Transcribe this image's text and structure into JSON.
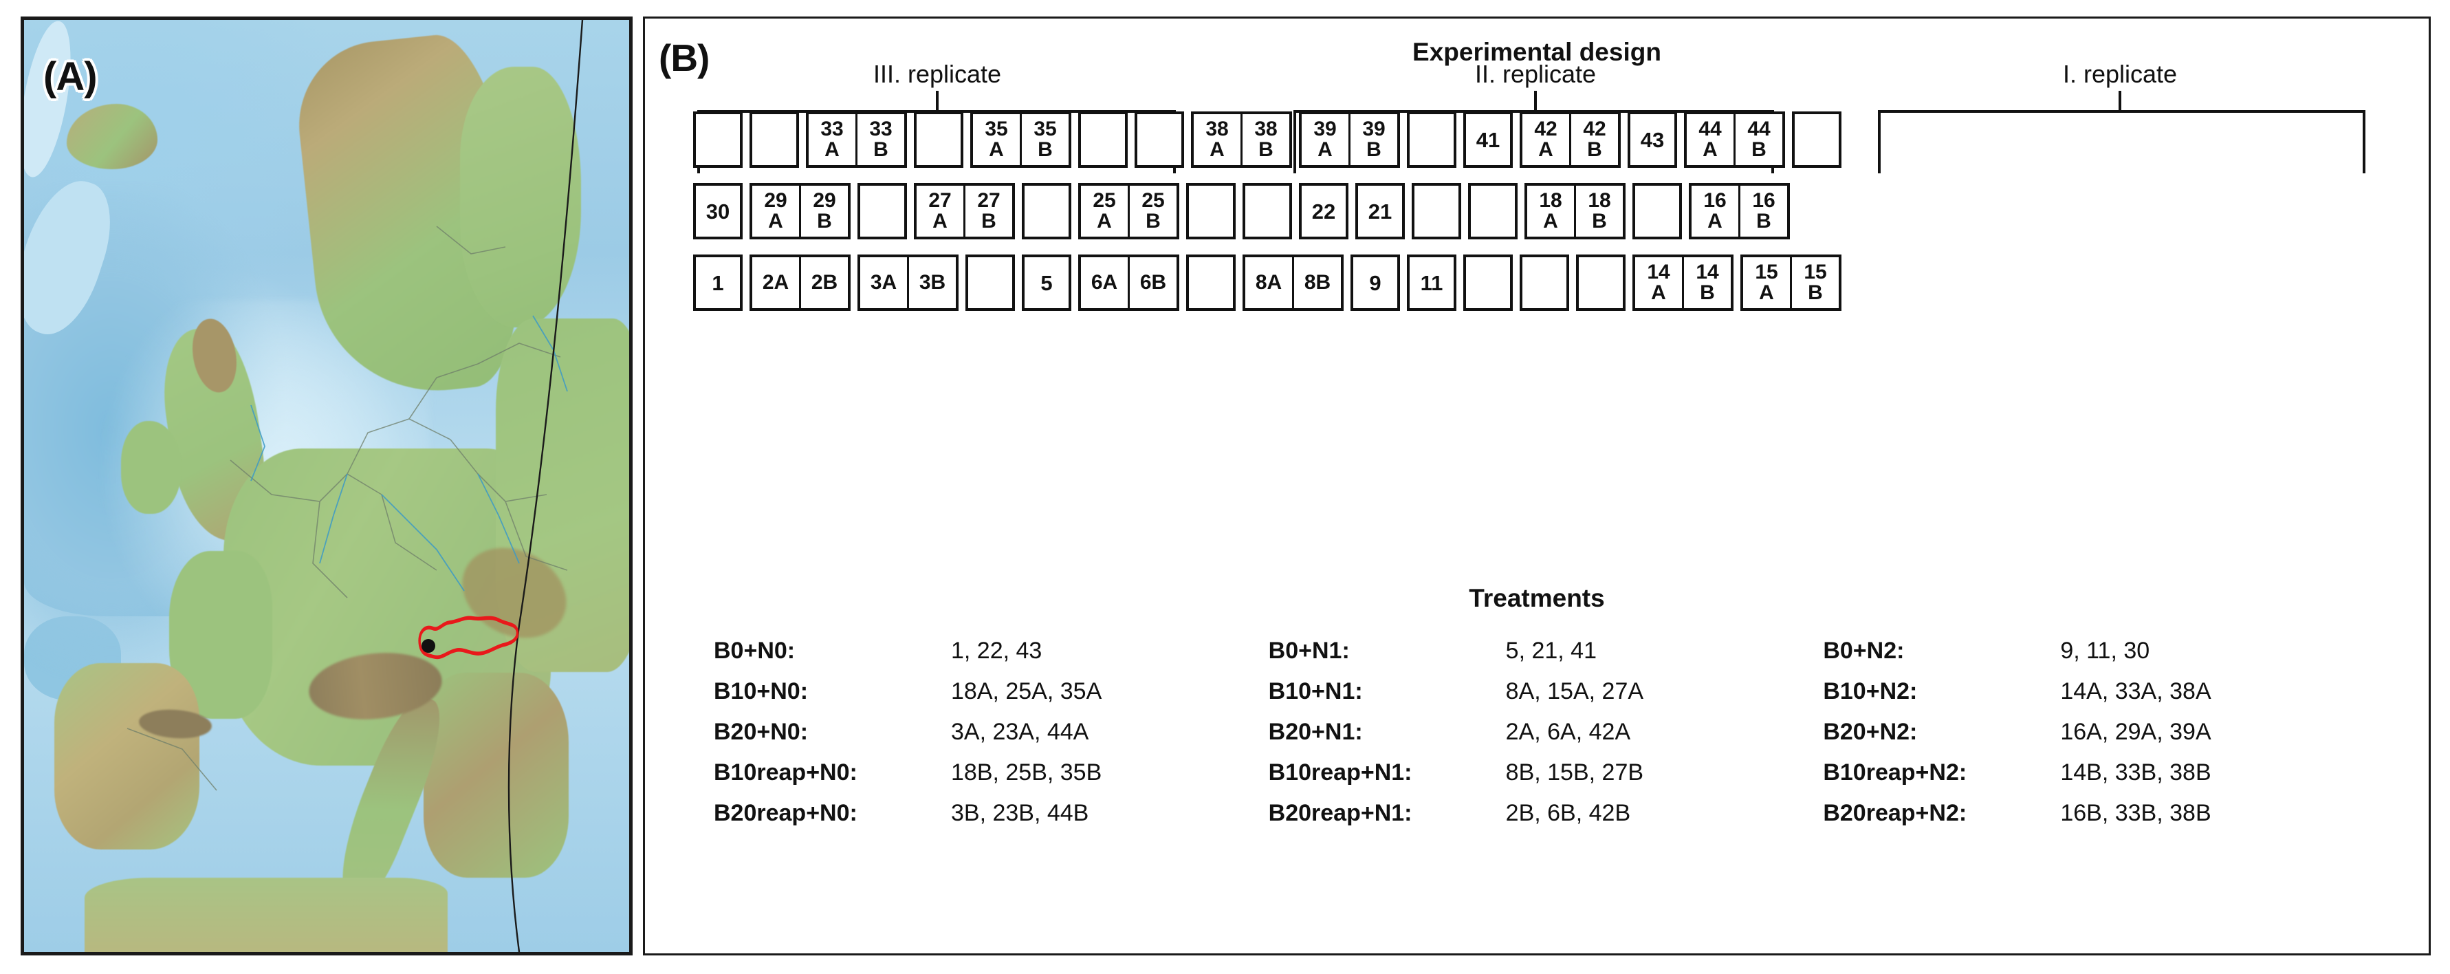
{
  "panels": {
    "a": {
      "letter": "(A)"
    },
    "b": {
      "letter": "(B)"
    }
  },
  "map": {
    "highlighted_country": "Slovakia",
    "highlight_color": "#e8191b",
    "site_marker_color": "#111111",
    "region": "Europe",
    "colors": {
      "sea": "#9ccbe6",
      "shelf": "#cfe9f6",
      "lowland": "#9cc37e",
      "upland": "#c0b27c",
      "mountain": "#8d7e5b"
    }
  },
  "design": {
    "title": "Experimental design",
    "replicates": [
      {
        "label": "III. replicate"
      },
      {
        "label": "II. replicate"
      },
      {
        "label": "I. replicate"
      }
    ],
    "rows": [
      {
        "cells": [
          {
            "span": 1,
            "sub": [
              {
                "num": "",
                "sfx": ""
              }
            ]
          },
          {
            "span": 1,
            "sub": [
              {
                "num": "",
                "sfx": ""
              }
            ]
          },
          {
            "span": 2,
            "sub": [
              {
                "num": "33",
                "sfx": "A"
              },
              {
                "num": "33",
                "sfx": "B"
              }
            ]
          },
          {
            "span": 1,
            "sub": [
              {
                "num": "",
                "sfx": ""
              }
            ]
          },
          {
            "span": 2,
            "sub": [
              {
                "num": "35",
                "sfx": "A"
              },
              {
                "num": "35",
                "sfx": "B"
              }
            ]
          },
          {
            "span": 1,
            "sub": [
              {
                "num": "",
                "sfx": ""
              }
            ]
          },
          {
            "span": 1,
            "sub": [
              {
                "num": "",
                "sfx": ""
              }
            ]
          },
          {
            "span": 2,
            "sub": [
              {
                "num": "38",
                "sfx": "A"
              },
              {
                "num": "38",
                "sfx": "B"
              }
            ]
          },
          {
            "span": 2,
            "sub": [
              {
                "num": "39",
                "sfx": "A"
              },
              {
                "num": "39",
                "sfx": "B"
              }
            ]
          },
          {
            "span": 1,
            "sub": [
              {
                "num": "",
                "sfx": ""
              }
            ]
          },
          {
            "span": 1,
            "sub": [
              {
                "num": "41",
                "sfx": ""
              }
            ]
          },
          {
            "span": 2,
            "sub": [
              {
                "num": "42",
                "sfx": "A"
              },
              {
                "num": "42",
                "sfx": "B"
              }
            ]
          },
          {
            "span": 1,
            "sub": [
              {
                "num": "43",
                "sfx": ""
              }
            ]
          },
          {
            "span": 2,
            "sub": [
              {
                "num": "44",
                "sfx": "A"
              },
              {
                "num": "44",
                "sfx": "B"
              }
            ]
          },
          {
            "span": 1,
            "sub": [
              {
                "num": "",
                "sfx": ""
              }
            ]
          }
        ]
      },
      {
        "cells": [
          {
            "span": 1,
            "sub": [
              {
                "num": "30",
                "sfx": ""
              }
            ]
          },
          {
            "span": 2,
            "sub": [
              {
                "num": "29",
                "sfx": "A"
              },
              {
                "num": "29",
                "sfx": "B"
              }
            ]
          },
          {
            "span": 1,
            "sub": [
              {
                "num": "",
                "sfx": ""
              }
            ]
          },
          {
            "span": 2,
            "sub": [
              {
                "num": "27",
                "sfx": "A"
              },
              {
                "num": "27",
                "sfx": "B"
              }
            ]
          },
          {
            "span": 1,
            "sub": [
              {
                "num": "",
                "sfx": ""
              }
            ]
          },
          {
            "span": 2,
            "sub": [
              {
                "num": "25",
                "sfx": "A"
              },
              {
                "num": "25",
                "sfx": "B"
              }
            ]
          },
          {
            "span": 1,
            "sub": [
              {
                "num": "",
                "sfx": ""
              }
            ]
          },
          {
            "span": 1,
            "sub": [
              {
                "num": "",
                "sfx": ""
              }
            ]
          },
          {
            "span": 1,
            "sub": [
              {
                "num": "22",
                "sfx": ""
              }
            ]
          },
          {
            "span": 1,
            "sub": [
              {
                "num": "21",
                "sfx": ""
              }
            ]
          },
          {
            "span": 1,
            "sub": [
              {
                "num": "",
                "sfx": ""
              }
            ]
          },
          {
            "span": 1,
            "sub": [
              {
                "num": "",
                "sfx": ""
              }
            ]
          },
          {
            "span": 2,
            "sub": [
              {
                "num": "18",
                "sfx": "A"
              },
              {
                "num": "18",
                "sfx": "B"
              }
            ]
          },
          {
            "span": 1,
            "sub": [
              {
                "num": "",
                "sfx": ""
              }
            ]
          },
          {
            "span": 2,
            "sub": [
              {
                "num": "16",
                "sfx": "A"
              },
              {
                "num": "16",
                "sfx": "B"
              }
            ]
          }
        ]
      },
      {
        "cells": [
          {
            "span": 1,
            "sub": [
              {
                "num": "1",
                "sfx": ""
              }
            ]
          },
          {
            "span": 2,
            "sub": [
              {
                "num": "2A",
                "sfx": ""
              },
              {
                "num": "2B",
                "sfx": ""
              }
            ]
          },
          {
            "span": 2,
            "sub": [
              {
                "num": "3A",
                "sfx": ""
              },
              {
                "num": "3B",
                "sfx": ""
              }
            ]
          },
          {
            "span": 1,
            "sub": [
              {
                "num": "",
                "sfx": ""
              }
            ]
          },
          {
            "span": 1,
            "sub": [
              {
                "num": "5",
                "sfx": ""
              }
            ]
          },
          {
            "span": 2,
            "sub": [
              {
                "num": "6A",
                "sfx": ""
              },
              {
                "num": "6B",
                "sfx": ""
              }
            ]
          },
          {
            "span": 1,
            "sub": [
              {
                "num": "",
                "sfx": ""
              }
            ]
          },
          {
            "span": 2,
            "sub": [
              {
                "num": "8A",
                "sfx": ""
              },
              {
                "num": "8B",
                "sfx": ""
              }
            ]
          },
          {
            "span": 1,
            "sub": [
              {
                "num": "9",
                "sfx": ""
              }
            ]
          },
          {
            "span": 1,
            "sub": [
              {
                "num": "11",
                "sfx": ""
              }
            ]
          },
          {
            "span": 1,
            "sub": [
              {
                "num": "",
                "sfx": ""
              }
            ]
          },
          {
            "span": 1,
            "sub": [
              {
                "num": "",
                "sfx": ""
              }
            ]
          },
          {
            "span": 1,
            "sub": [
              {
                "num": "",
                "sfx": ""
              }
            ]
          },
          {
            "span": 2,
            "sub": [
              {
                "num": "14",
                "sfx": "A"
              },
              {
                "num": "14",
                "sfx": "B"
              }
            ]
          },
          {
            "span": 2,
            "sub": [
              {
                "num": "15",
                "sfx": "A"
              },
              {
                "num": "15",
                "sfx": "B"
              }
            ]
          }
        ]
      }
    ]
  },
  "treatments": {
    "title": "Treatments",
    "columns": [
      {
        "rows": [
          {
            "name": "B0+N0:",
            "values": "1, 22, 43"
          },
          {
            "name": "B10+N0:",
            "values": "18A, 25A, 35A"
          },
          {
            "name": "B20+N0:",
            "values": "3A, 23A, 44A"
          },
          {
            "name": "B10reap+N0:",
            "values": "18B, 25B, 35B"
          },
          {
            "name": "B20reap+N0:",
            "values": "3B, 23B, 44B"
          }
        ]
      },
      {
        "rows": [
          {
            "name": "B0+N1:",
            "values": "5, 21, 41"
          },
          {
            "name": "B10+N1:",
            "values": "8A, 15A, 27A"
          },
          {
            "name": "B20+N1:",
            "values": "2A, 6A, 42A"
          },
          {
            "name": "B10reap+N1:",
            "values": "8B, 15B, 27B"
          },
          {
            "name": "B20reap+N1:",
            "values": "2B, 6B, 42B"
          }
        ]
      },
      {
        "rows": [
          {
            "name": "B0+N2:",
            "values": "9, 11, 30"
          },
          {
            "name": "B10+N2:",
            "values": "14A, 33A, 38A"
          },
          {
            "name": "B20+N2:",
            "values": "16A, 29A, 39A"
          },
          {
            "name": "B10reap+N2:",
            "values": "14B, 33B, 38B"
          },
          {
            "name": "B20reap+N2:",
            "values": "16B, 33B, 38B"
          }
        ]
      }
    ]
  }
}
